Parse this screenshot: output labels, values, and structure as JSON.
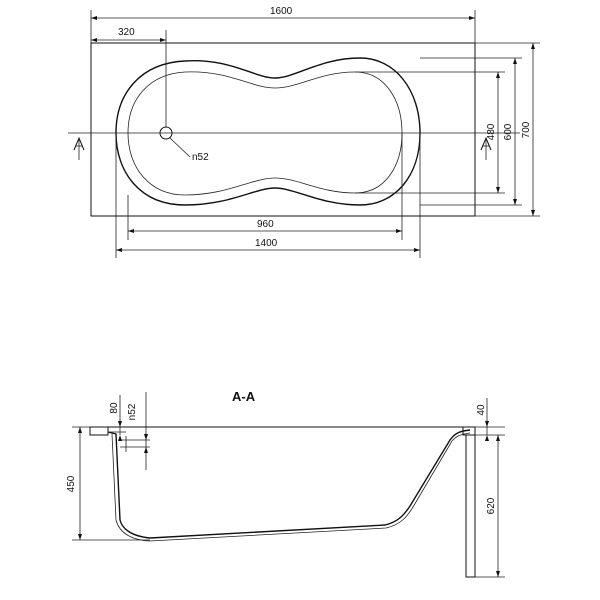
{
  "plan_view": {
    "dim_total_length": "1600",
    "dim_drain_offset": "320",
    "dim_inner_length": "1400",
    "dim_bottom_length": "960",
    "dim_total_width": "700",
    "dim_inner_width": "600",
    "dim_bottom_width": "480",
    "drain_label": "n52",
    "section_marker_left": "A",
    "section_marker_right": "A"
  },
  "section_view": {
    "title": "A-A",
    "dim_height": "450",
    "dim_rim": "80",
    "dim_drain": "n52",
    "dim_panel_top": "40",
    "dim_panel_height": "620"
  },
  "colors": {
    "line": "#111111",
    "background": "#ffffff"
  }
}
